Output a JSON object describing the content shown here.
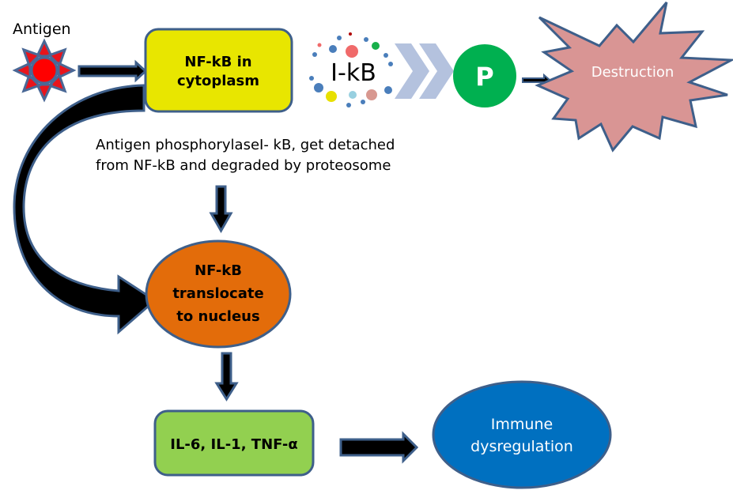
{
  "antigen": {
    "label": "Antigen",
    "icon": "sun-star-icon",
    "colors": {
      "core": "#ff0000",
      "rays": "#4a6896",
      "ray_tips": "#e8141c"
    }
  },
  "cytoplasm_box": {
    "lines": [
      "NF-kB  in",
      "cytoplasm"
    ],
    "fill": "#e8e600",
    "stroke": "#3e5f8a"
  },
  "ikb_cluster": {
    "label": "I-kB",
    "dot_colors": [
      "#4a7ebb",
      "#f06a6a",
      "#b00000",
      "#18b04a",
      "#e8e000",
      "#98d0e0",
      "#d89890"
    ]
  },
  "chevrons": {
    "icon": "double-chevron-right-icon",
    "color": "#b4c2de"
  },
  "phosphate": {
    "label": "P",
    "fill": "#00b050"
  },
  "destruction": {
    "label": "Destruction",
    "fill": "#d99594",
    "stroke": "#3e5f8a"
  },
  "description": {
    "lines": [
      "Antigen phosphorylaseI- kB, get detached",
      "from NF-kB and degraded by proteosome"
    ]
  },
  "nucleus_ellipse": {
    "lines": [
      "NF-kB",
      "translocate",
      "to nucleus"
    ],
    "fill": "#e36c0a"
  },
  "cytokines_box": {
    "label": "IL-6, IL-1, TNF-α",
    "fill": "#92d050"
  },
  "immune_ellipse": {
    "lines": [
      "Immune",
      "dysregulation"
    ],
    "fill": "#0070c0"
  },
  "arrow_colors": {
    "fill": "#000000",
    "stroke": "#3e5f8a"
  }
}
